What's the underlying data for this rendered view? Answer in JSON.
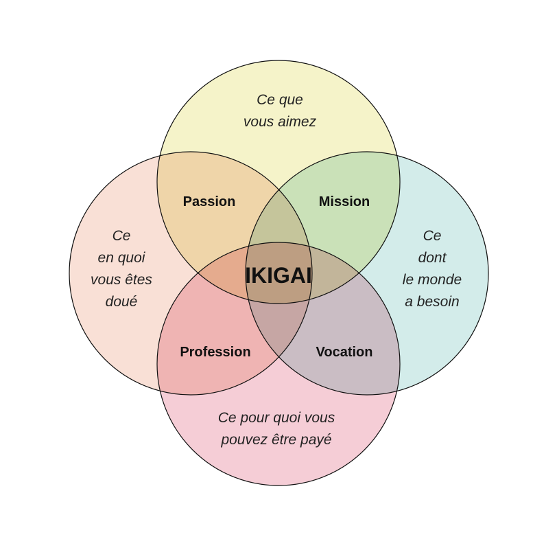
{
  "colors": {
    "love": "#f5f3c9",
    "good_at": "#f9e0d6",
    "world_needs": "#d3ecea",
    "paid_for": "#f5cdd6"
  },
  "circles": {
    "love": [
      "Ce que",
      "vous aimez"
    ],
    "good_at": [
      "Ce",
      "en quoi",
      "vous êtes",
      "doué"
    ],
    "world_needs": [
      "Ce",
      "dont",
      "le monde",
      "a besoin"
    ],
    "paid_for": [
      "Ce pour quoi vous",
      "pouvez être payé"
    ]
  },
  "intersections": {
    "passion": "Passion",
    "mission": "Mission",
    "profession": "Profession",
    "vocation": "Vocation"
  },
  "center": "IKIGAI"
}
